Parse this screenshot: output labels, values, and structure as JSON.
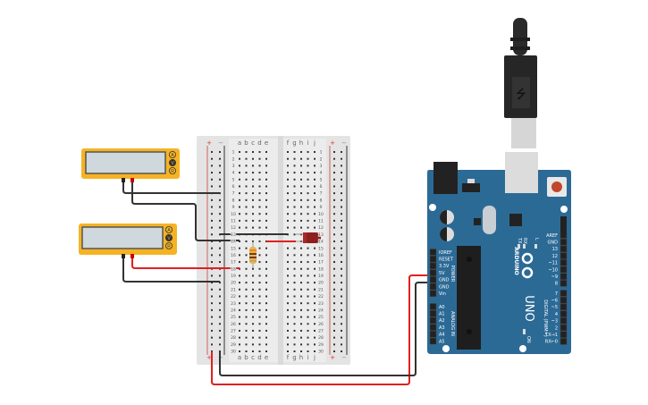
{
  "breadboard": {
    "columns_left": [
      "a",
      "b",
      "c",
      "d",
      "e"
    ],
    "columns_right": [
      "f",
      "g",
      "h",
      "i",
      "j"
    ],
    "rows": 30,
    "plus": "+",
    "minus": "−"
  },
  "multimeters": [
    {
      "buttons": [
        "A",
        "V",
        "R"
      ],
      "mode": "V"
    },
    {
      "buttons": [
        "A",
        "V",
        "R"
      ],
      "mode": "V"
    }
  ],
  "arduino": {
    "brand": "ARDUINO",
    "model": "UNO",
    "power_label": "POWER",
    "analog_label": "ANALOG IN",
    "digital_label": "DIGITAL (PWM~)",
    "power_pins": [
      "IOREF",
      "RESET",
      "3.3V",
      "5V",
      "GND",
      "GND",
      "Vin"
    ],
    "analog_pins": [
      "A0",
      "A1",
      "A2",
      "A3",
      "A4",
      "A5"
    ],
    "digital_pins_top": [
      "AREF",
      "GND",
      "13",
      "12",
      "~11",
      "~10",
      "~9",
      "8"
    ],
    "digital_pins_bottom": [
      "7",
      "~6",
      "~5",
      "4",
      "~3",
      "2",
      "TX→1",
      "RX←0"
    ],
    "led_labels": [
      "TX",
      "RX",
      "L",
      "ON"
    ]
  },
  "colors": {
    "board": "#2c6a96",
    "wire_red": "#e02020",
    "wire_black": "#333333",
    "meter": "#f5b324"
  }
}
